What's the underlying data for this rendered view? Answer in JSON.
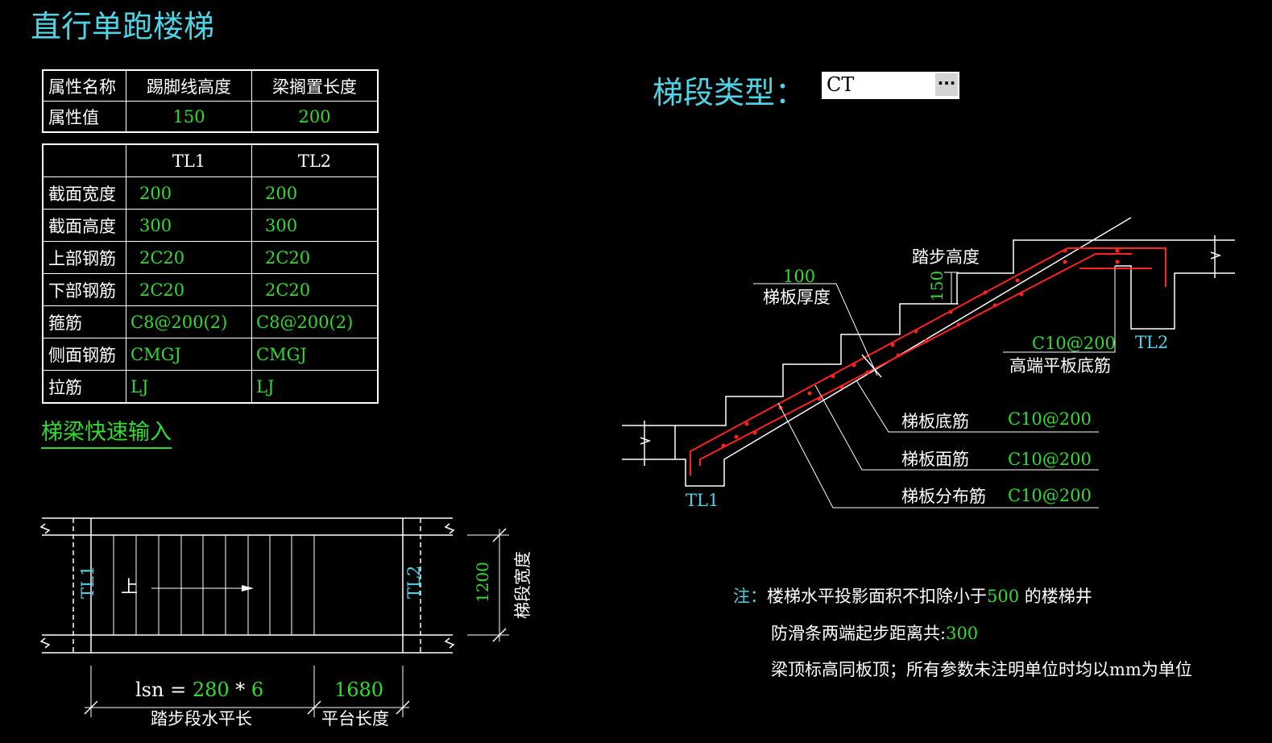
{
  "title": "直行单跑楼梯",
  "table1": {
    "headers": [
      "属性名称",
      "踢脚线高度",
      "梁搁置长度"
    ],
    "row_label": "属性值",
    "values": [
      "150",
      "200"
    ]
  },
  "table2": {
    "columns": [
      "TL1",
      "TL2"
    ],
    "rows": [
      {
        "label": "截面宽度",
        "tl1": "200",
        "tl2": "200"
      },
      {
        "label": "截面高度",
        "tl1": "300",
        "tl2": "300"
      },
      {
        "label": "上部钢筋",
        "tl1": "2C20",
        "tl2": "2C20"
      },
      {
        "label": "下部钢筋",
        "tl1": "2C20",
        "tl2": "2C20"
      },
      {
        "label": "箍筋",
        "tl1": "C8@200(2)",
        "tl2": "C8@200(2)"
      },
      {
        "label": "侧面钢筋",
        "tl1": "CMGJ",
        "tl2": "CMGJ"
      },
      {
        "label": "拉筋",
        "tl1": "LJ",
        "tl2": "LJ"
      }
    ]
  },
  "quick_input": "梯梁快速输入",
  "segment_type": {
    "label": "梯段类型：",
    "value": "CT",
    "button": "···"
  },
  "section": {
    "step_height_label": "踏步高度",
    "step_height": "150",
    "slab_thickness_value": "100",
    "slab_thickness_label": "梯板厚度",
    "high_end_value": "C10@200",
    "high_end_label": "高端平板底筋",
    "tl1": "TL1",
    "tl2": "TL2",
    "bottom_bar_label": "梯板底筋",
    "bottom_bar_value": "C10@200",
    "top_bar_label": "梯板面筋",
    "top_bar_value": "C10@200",
    "dist_bar_label": "梯板分布筋",
    "dist_bar_value": "C10@200"
  },
  "plan": {
    "tl1": "TL1",
    "tl2": "TL2",
    "up": "上",
    "width_value": "1200",
    "width_label": "梯段宽度",
    "lsn_prefix": "lsn = ",
    "step_width": "280",
    "times": " * ",
    "step_count": "6",
    "step_len_label": "踏步段水平长",
    "platform_value": "1680",
    "platform_label": "平台长度"
  },
  "notes": {
    "prefix": "注：",
    "line1_a": "楼梯水平投影面积不扣除小于",
    "line1_val": "500",
    "line1_b": " 的楼梯井",
    "line2_a": "防滑条两端起步距离共:",
    "line2_val": "300",
    "line3": "梁顶标高同板顶；所有参数未注明单位时均以mm为单位"
  },
  "colors": {
    "cyan": "#4fd4e6",
    "green": "#2fdc2f",
    "red": "#ff2020",
    "background": "#000000"
  }
}
